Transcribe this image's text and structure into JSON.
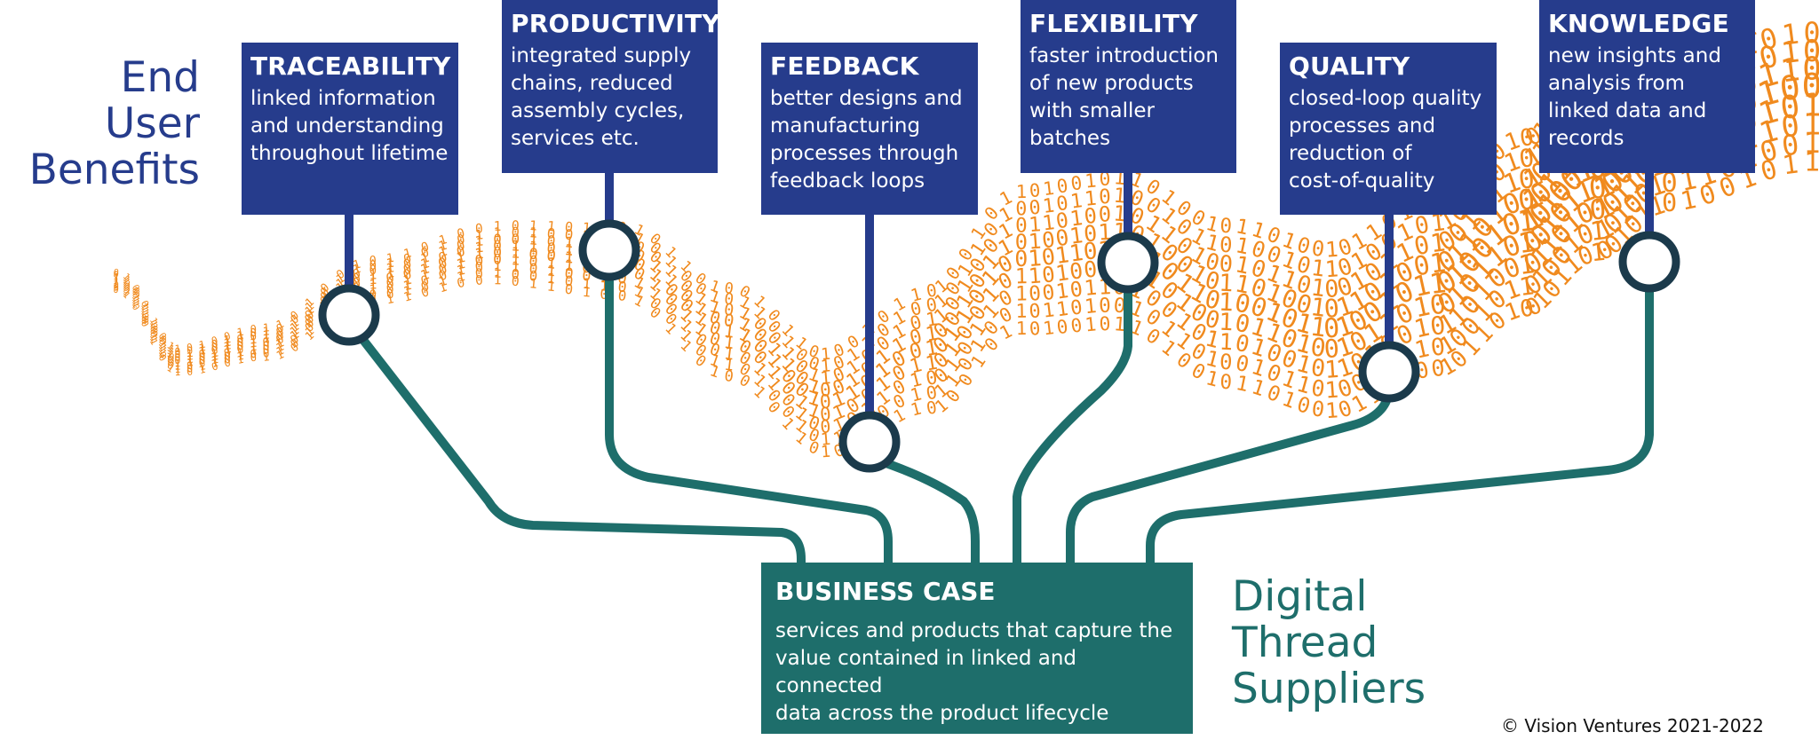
{
  "header": {
    "end_user_title": [
      "End",
      "User",
      "Benefits"
    ],
    "supplier_title": [
      "Digital",
      "Thread",
      "Suppliers"
    ]
  },
  "benefits": [
    {
      "title": "TRACEABILITY",
      "desc": [
        "linked information",
        "and understanding",
        "throughout lifetime"
      ]
    },
    {
      "title": "PRODUCTIVITY",
      "desc": [
        "integrated supply",
        "chains, reduced",
        "assembly cycles,",
        "services etc."
      ]
    },
    {
      "title": "FEEDBACK",
      "desc": [
        "better designs and",
        "manufacturing",
        "processes through",
        "feedback loops"
      ]
    },
    {
      "title": "FLEXIBILITY",
      "desc": [
        "faster introduction",
        "of new products",
        "with smaller",
        "batches"
      ]
    },
    {
      "title": "QUALITY",
      "desc": [
        "closed-loop quality",
        "processes and",
        "reduction of",
        "cost-of-quality"
      ]
    },
    {
      "title": "KNOWLEDGE",
      "desc": [
        "new insights and",
        "analysis from",
        "linked data and",
        "records"
      ]
    }
  ],
  "business_case": {
    "title": "BUSINESS CASE",
    "desc": [
      "services and products that capture the",
      "value contained in linked and connected",
      "data across the product lifecycle"
    ]
  },
  "footer": {
    "copyright": "© Vision Ventures 2021-2022"
  },
  "colors": {
    "benefit_blue": "#263c8c",
    "supplier_teal": "#1e6e6b",
    "binary_orange": "#f08a1e",
    "node_stroke": "#1b3a4b"
  },
  "decor": {
    "binary_stream": "01001011"
  }
}
